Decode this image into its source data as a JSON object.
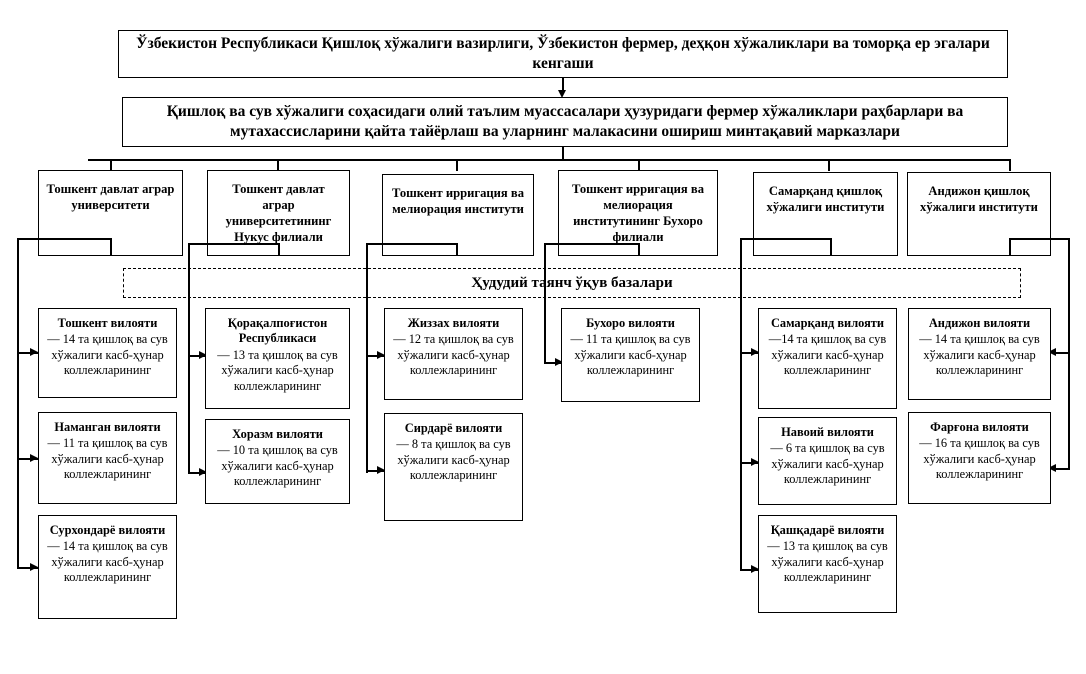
{
  "chart_data": {
    "type": "diagram",
    "title": "Qishloq xo'jaligi ta'lim tizimi tashkiliy tuzilmasi",
    "levels": [
      "ministry",
      "regional-centers",
      "institutions",
      "training-bases",
      "regions"
    ]
  },
  "top": {
    "ministry": "Ўзбекистон Республикаси Қишлоқ хўжалиги вазирлиги, Ўзбекистон фермер, деҳқон хўжаликлари ва томорқа ер эгалари кенгаши",
    "centers": "Қишлоқ ва сув хўжалиги соҳасидаги олий таълим муассасалари ҳузуридаги фермер хўжаликлари раҳбарлари ва мутахассисларини қайта тайёрлаш ва уларнинг малакасини ошириш минтақавий марказлари"
  },
  "band": {
    "label": "Ҳудудий таянч ўқув базалари"
  },
  "institutions": [
    {
      "name": "Тошкент давлат аграр университети"
    },
    {
      "name": "Тошкент давлат аграр университетининг Нукус филиали"
    },
    {
      "name": "Тошкент ирригация ва мелиорация институти"
    },
    {
      "name": "Тошкент ирригация ва мелиорация институтининг Бухоро филиали"
    },
    {
      "name": "Самарқанд қишлоқ хўжалиги институти"
    },
    {
      "name": "Андижон қишлоқ хўжалиги институти"
    }
  ],
  "regions": {
    "col1": [
      {
        "title": "Тошкент вилояти",
        "desc": "— 14 та қишлоқ ва сув хўжалиги касб-ҳунар коллежларининг"
      },
      {
        "title": "Наманган вилояти",
        "desc": "— 11 та қишлоқ ва сув хўжалиги касб-ҳунар коллежларининг"
      },
      {
        "title": "Сурхондарё вилояти",
        "desc": "— 14 та қишлоқ ва сув хўжалиги касб-ҳунар коллежларининг"
      }
    ],
    "col2": [
      {
        "title": "Қорақалпоғистон Республикаси",
        "desc": "— 13 та қишлоқ ва сув хўжалиги касб-ҳунар коллежларининг"
      },
      {
        "title": "Хоразм вилояти",
        "desc": "— 10 та қишлоқ ва сув хўжалиги касб-ҳунар коллежларининг"
      }
    ],
    "col3": [
      {
        "title": "Жиззах вилояти",
        "desc": "— 12 та қишлоқ ва сув хўжалиги касб-ҳунар коллежларининг"
      },
      {
        "title": "Сирдарё вилояти",
        "desc": "— 8 та қишлоқ ва сув хўжалиги касб-ҳунар коллежларининг"
      }
    ],
    "col4": [
      {
        "title": "Бухоро вилояти",
        "desc": "— 11 та қишлоқ ва сув хўжалиги касб-ҳунар коллежларининг"
      }
    ],
    "col5": [
      {
        "title": "Самарқанд вилояти",
        "desc": "—14 та қишлоқ ва сув хўжалиги касб-ҳунар коллежларининг"
      },
      {
        "title": "Навоий вилояти",
        "desc": "— 6 та қишлоқ ва сув хўжалиги касб-ҳунар коллежларининг"
      },
      {
        "title": "Қашқадарё вилояти",
        "desc": "— 13 та қишлоқ ва сув хўжалиги касб-ҳунар коллежларининг"
      }
    ],
    "col6": [
      {
        "title": "Андижон вилояти",
        "desc": "— 14 та қишлоқ ва сув хўжалиги касб-ҳунар коллежларининг"
      },
      {
        "title": "Фарғона вилояти",
        "desc": "— 16 та қишлоқ ва сув хўжалиги касб-ҳунар коллежларининг"
      }
    ]
  }
}
